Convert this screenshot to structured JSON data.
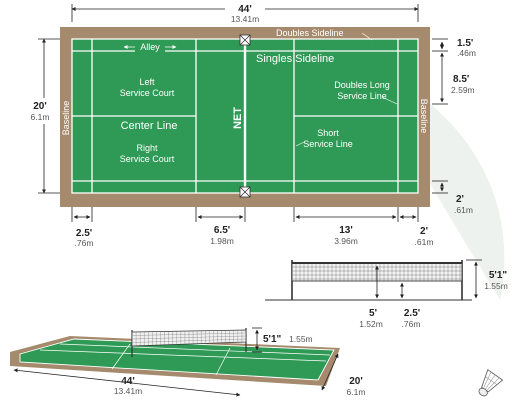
{
  "top_view": {
    "length_ft": "44'",
    "length_m": "13.41m",
    "width_ft": "20'",
    "width_m": "6.1m",
    "labels": {
      "doubles_sideline": "Doubles Sideline",
      "singles_sideline": "Singles Sideline",
      "alley": "Alley",
      "left_service_court": [
        "Left",
        "Service Court"
      ],
      "right_service_court": [
        "Right",
        "Service Court"
      ],
      "center_line": "Center Line",
      "net": "NET",
      "doubles_long_service_line": [
        "Doubles Long",
        "Service Line"
      ],
      "short_service_line": [
        "Short",
        "Service Line"
      ],
      "baseline": "Baseline"
    },
    "right_dims": [
      {
        "ft": "1.5'",
        "m": ".46m"
      },
      {
        "ft": "8.5'",
        "m": "2.59m"
      },
      {
        "ft": "2'",
        "m": ".61m"
      }
    ],
    "bottom_dims": [
      {
        "ft": "2.5'",
        "m": ".76m"
      },
      {
        "ft": "6.5'",
        "m": "1.98m"
      },
      {
        "ft": "13'",
        "m": "3.96m"
      },
      {
        "ft": "2'",
        "m": ".61m"
      }
    ]
  },
  "net_view": {
    "height_ft": "5'1\"",
    "height_m": "1.55m",
    "center_ft": "5'",
    "center_m": "1.52m",
    "post_ft": "2.5'",
    "post_m": ".76m"
  },
  "perspective_view": {
    "net_height_ft": "5'1\"",
    "net_height_m": "1.55m",
    "length_ft": "44'",
    "length_m": "13.41m",
    "width_ft": "20'",
    "width_m": "6.1m"
  },
  "colors": {
    "court": "#2e9a55",
    "border": "#a68a6d",
    "line": "#ffffff"
  },
  "icons": [
    "shuttlecock-icon"
  ]
}
